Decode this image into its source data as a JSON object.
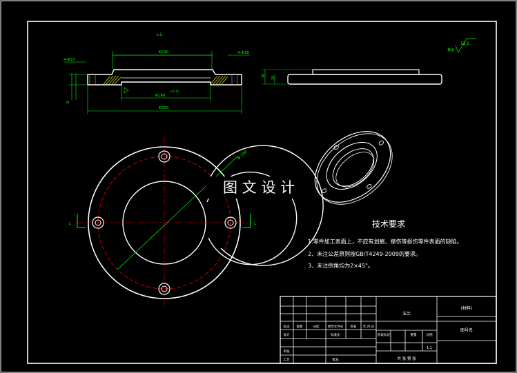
{
  "colors": {
    "background": "#000000",
    "frame": "#ffffff",
    "dimension": "#00ff00",
    "centerline": "#ff0000",
    "hatch": "#ffff00",
    "hole_marks": "#00ffff"
  },
  "section_view": {
    "label": "L-L",
    "dim_left_note": "4-Φ27",
    "dim_right_note": "4-Φ18",
    "dim_top": "Φ230",
    "dim_inner": "Φ180",
    "dim_tol": "+0.15",
    "dim_bottom": "Φ330",
    "dim_side": "8"
  },
  "side_view": {
    "dim_a": "30",
    "dim_b": "20"
  },
  "plan_view": {
    "pcd_label": "Φ 290",
    "marker_left": "L",
    "marker_right": "L"
  },
  "roughness": {
    "value": "12.5",
    "note": "其余"
  },
  "watermark": "图 文 设 计",
  "tech_requirements": {
    "title": "技术要求",
    "items": [
      "1.零件加工表面上，不应有划痕、擦伤等损伤零件表面的缺陷。",
      "2、未注公差原则按GB/T4249-2009的要求。",
      "3、未注倒角均为2×45°。"
    ]
  },
  "title_block": {
    "part_name": "法兰",
    "material_cell": "(材料)",
    "drawing_no": "图号名",
    "scale": "1:1",
    "row_headers": [
      "标记",
      "处数",
      "分区",
      "更改文件号",
      "签名",
      "年.月.日"
    ],
    "row_roles": [
      "设计",
      "标准化",
      "阶段标记",
      "重量",
      "比例"
    ],
    "row_review": [
      "审核"
    ],
    "row_process": [
      "工艺",
      "批准"
    ],
    "sheet_info": "共 张 第 张"
  }
}
